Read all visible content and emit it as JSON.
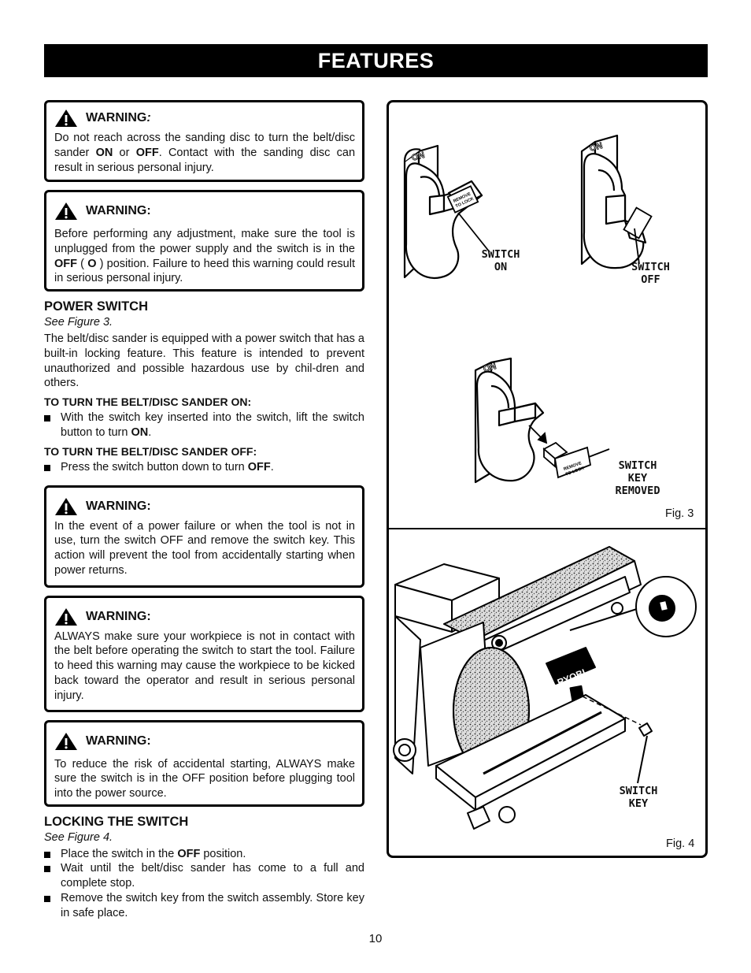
{
  "banner": "FEATURES",
  "warnings": [
    {
      "title": "WARNING",
      "title_suffix": ":",
      "body_html": "Do not reach across the sanding disc to turn the belt/disc sander <b>ON</b> or <b>OFF</b>. Contact with the sanding disc can result in serious personal injury."
    },
    {
      "title": "WARNING:",
      "title_suffix": "",
      "body_html": "Before performing any adjustment, make sure the tool is unplugged from the power supply and the switch is in the <b>OFF</b> ( <b>O</b> ) position. Failure to heed this warning could result in serious personal injury."
    },
    {
      "title": "WARNING:",
      "title_suffix": "",
      "body_html": "In the event of a power failure or when the tool is not in use, turn the switch OFF and remove the switch key. This action will prevent the tool from accidentally starting when power returns."
    },
    {
      "title": "WARNING:",
      "title_suffix": "",
      "body_html": "ALWAYS make sure your workpiece is not in contact with the belt before operating the switch to start the tool. Failure to heed this warning may cause the workpiece to be kicked back toward the operator and result in serious personal injury."
    },
    {
      "title": "WARNING:",
      "title_suffix": "",
      "body_html": "To reduce the risk of accidental starting, ALWAYS make sure the switch is in the OFF position before plugging tool into the power source."
    }
  ],
  "power_switch": {
    "heading": "POWER SWITCH",
    "see": "See Figure 3.",
    "intro": "The belt/disc sander is equipped with a power switch that has a built-in locking feature. This feature is intended to prevent unauthorized and possible hazardous use by chil-dren and others.",
    "on_heading": "TO TURN THE BELT/DISC SANDER ON:",
    "on_item_html": "With the switch key inserted into the switch, lift the switch button to turn <b>ON</b>.",
    "off_heading": "TO TURN THE BELT/DISC SANDER OFF:",
    "off_item_html": "Press the switch button down to turn <b>OFF</b>."
  },
  "locking": {
    "heading": "LOCKING THE SWITCH",
    "see": "See Figure 4.",
    "items_html": [
      "Place the switch in the <b>OFF</b> position.",
      "Wait until the belt/disc sander has come to a full and complete stop.",
      "Remove the switch key from the switch assembly. Store key in safe place."
    ]
  },
  "fig3": {
    "label": "Fig. 3",
    "switch_on": "SWITCH\nON",
    "switch_off": "SWITCH\nOFF",
    "switch_key_removed": "SWITCH\nKEY\nREMOVED",
    "switch_face_text": "ON",
    "key_text": "REMOVE\nTO LOCK"
  },
  "fig4": {
    "label": "Fig. 4",
    "switch_key": "SWITCH\nKEY",
    "brand": "RYOBI"
  },
  "page_number": "10"
}
